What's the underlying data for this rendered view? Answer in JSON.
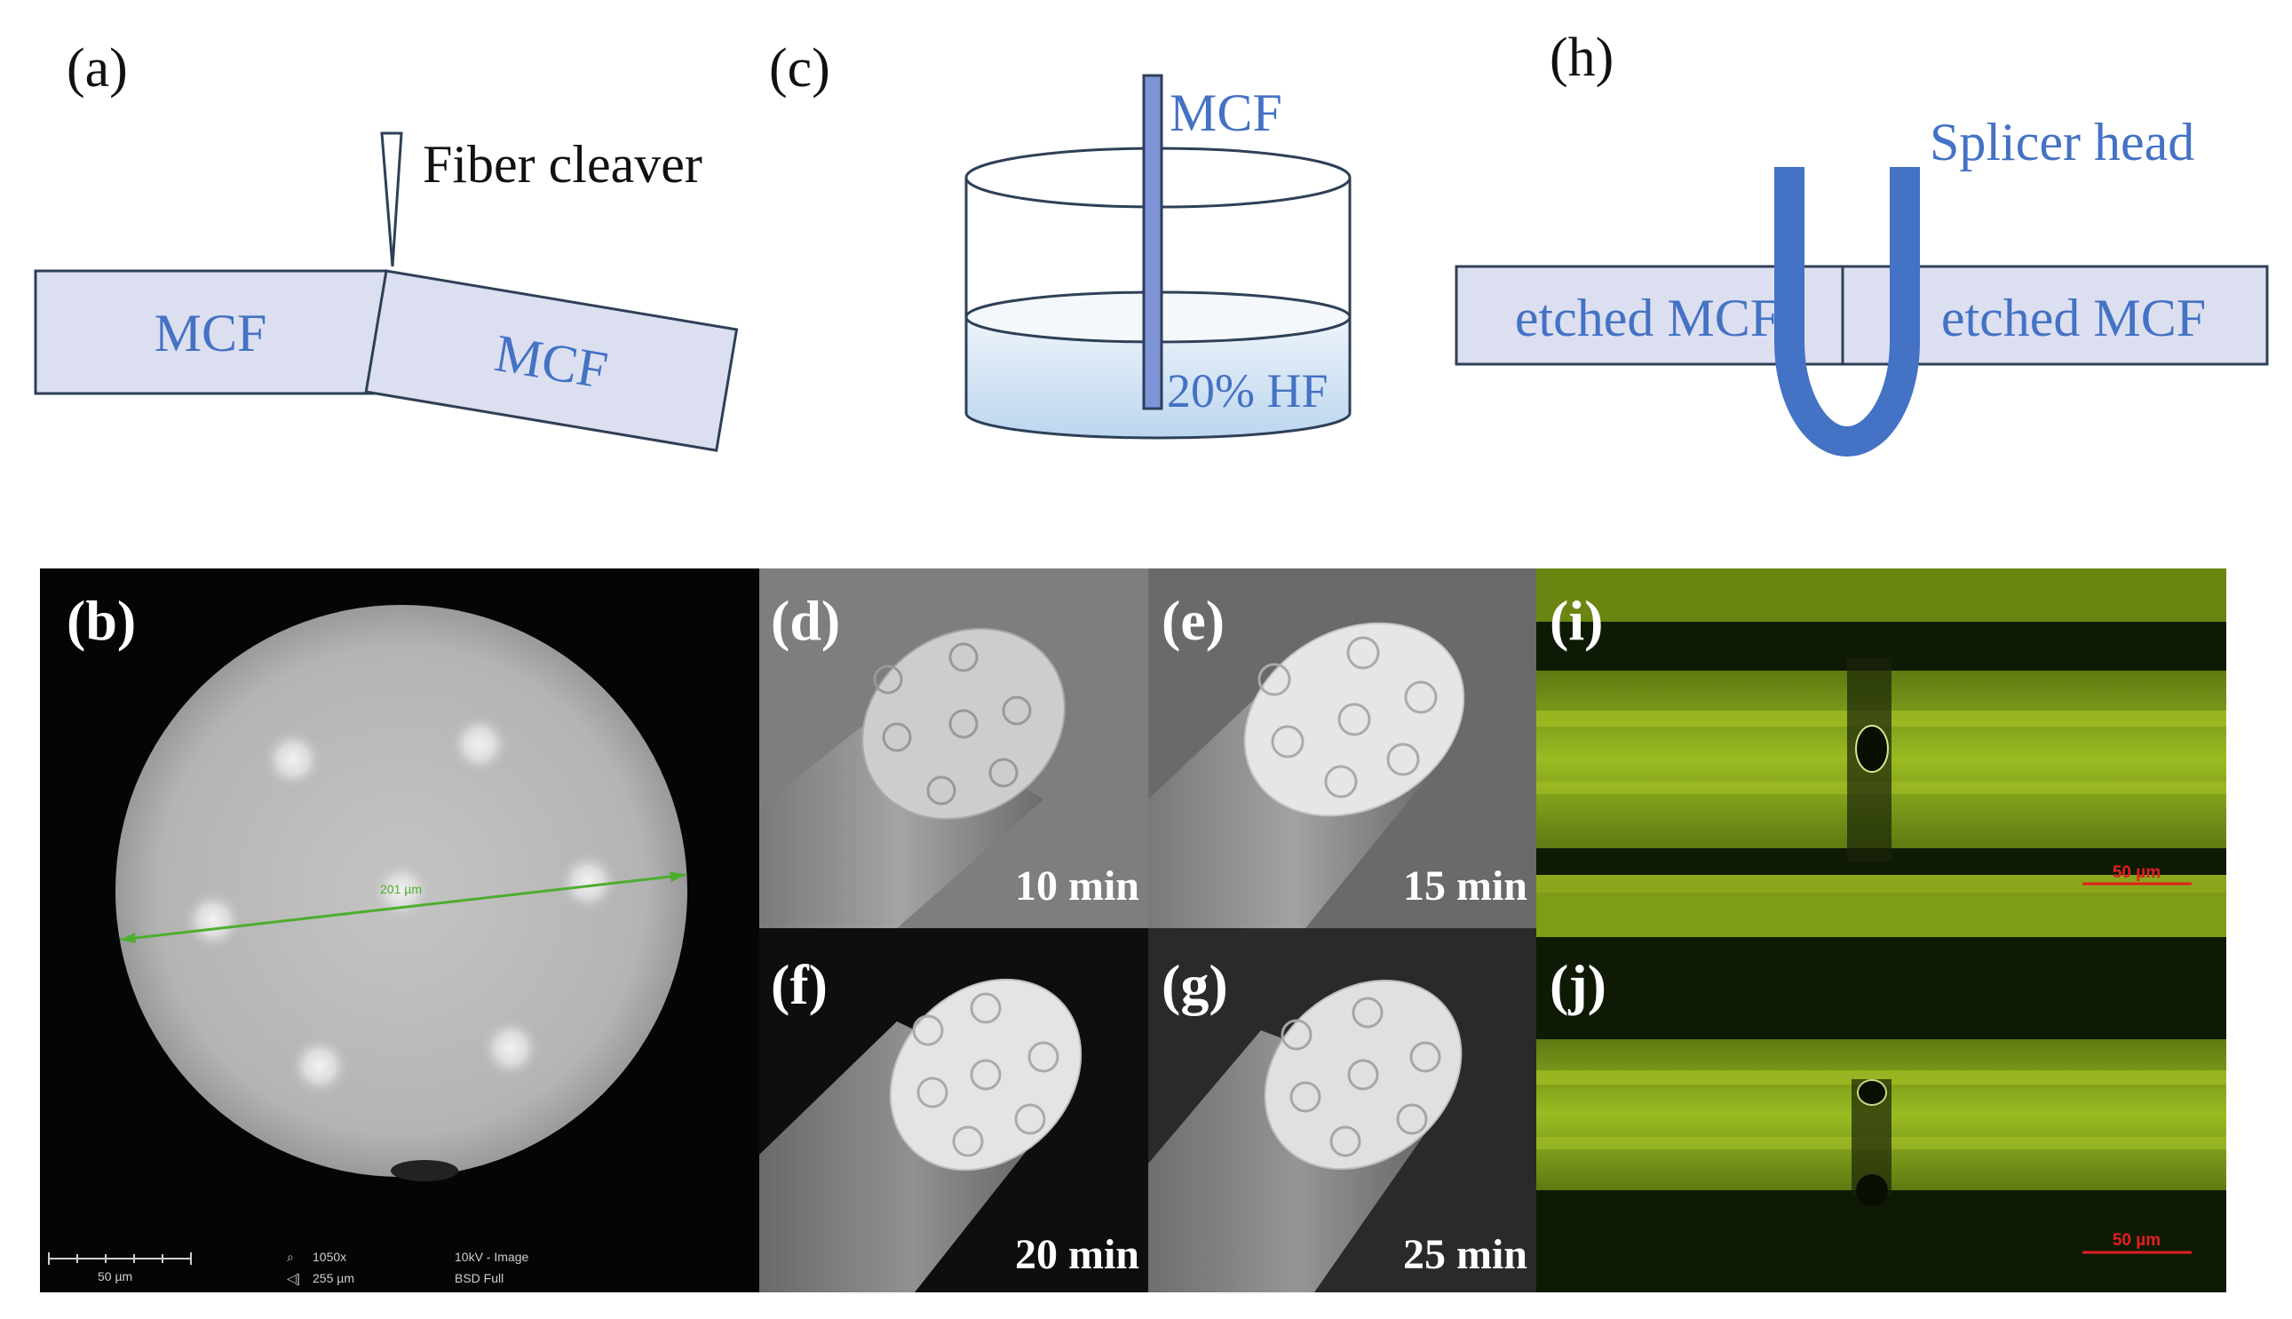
{
  "colors": {
    "blue_text": "#4472c4",
    "box_fill": "#dcdff0",
    "box_stroke": "#2e4057",
    "splicer_blue": "#4472c4",
    "sem_bg": "#000000",
    "micro_green": "#8aa61a",
    "micro_dark": "#0f1a05",
    "scale_red": "#e02020"
  },
  "panel_a": {
    "label": "(a)",
    "cleaver_label": "Fiber cleaver",
    "left_fiber": "MCF",
    "right_fiber": "MCF"
  },
  "panel_c": {
    "label": "(c)",
    "fiber_label": "MCF",
    "acid_label": "20% HF"
  },
  "panel_h": {
    "label": "(h)",
    "head_label": "Splicer head",
    "left_fiber": "etched MCF",
    "right_fiber": "etched MCF"
  },
  "panel_b": {
    "label": "(b)",
    "measurement": "201 µm",
    "scalebar": "50 µm",
    "magnification": "1050x",
    "field_width": "255 µm",
    "voltage": "10kV - Image",
    "detector": "BSD Full"
  },
  "sem_panels": [
    {
      "label": "(d)",
      "time": "10 min"
    },
    {
      "label": "(e)",
      "time": "15 min"
    },
    {
      "label": "(f)",
      "time": "20 min"
    },
    {
      "label": "(g)",
      "time": "25 min"
    }
  ],
  "micro_panels": [
    {
      "label": "(i)",
      "scalebar": "50 µm"
    },
    {
      "label": "(j)",
      "scalebar": "50 µm"
    }
  ]
}
